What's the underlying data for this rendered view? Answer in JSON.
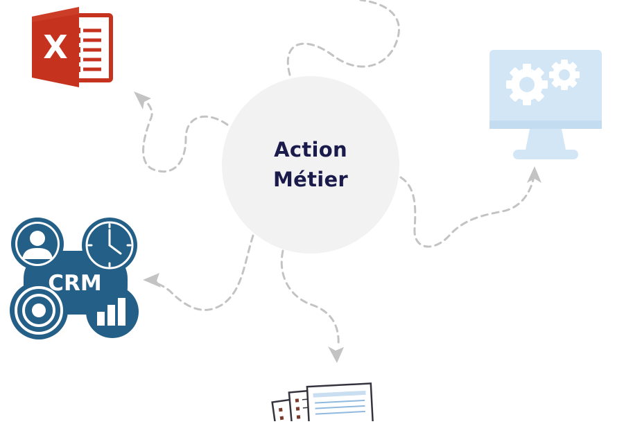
{
  "center": {
    "line1": "Action",
    "line2": "Métier"
  },
  "nodes": {
    "excel": {
      "icon": "excel-icon",
      "label": "X"
    },
    "monitor": {
      "icon": "monitor-settings-icon"
    },
    "crm": {
      "icon": "crm-icon",
      "label": "CRM"
    },
    "documents": {
      "icon": "documents-icon"
    }
  },
  "colors": {
    "excel": "#c5321e",
    "monitor": "#d3e6f6",
    "crm": "#235f86",
    "arrow": "#bfbfbf",
    "center_bg": "#f2f2f3",
    "center_text": "#1a1b4b"
  }
}
